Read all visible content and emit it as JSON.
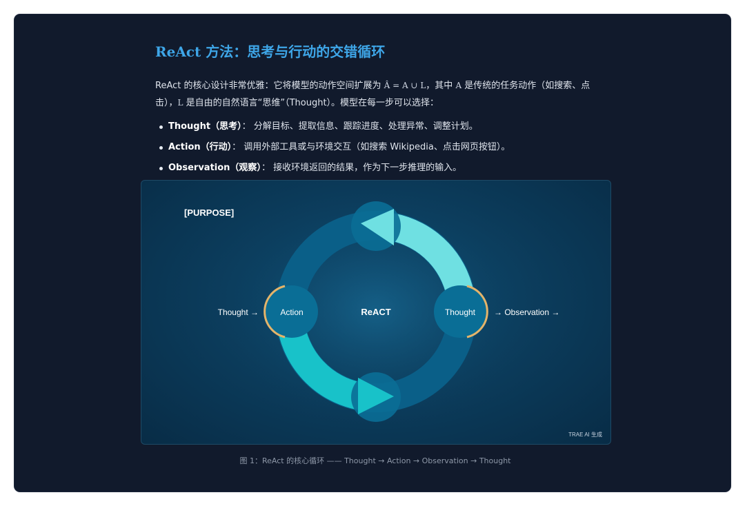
{
  "heading": "ReAct 方法：思考与行动的交错循环",
  "intro": {
    "part1": "ReAct 的核心设计非常优雅：它将模型的动作空间扩展为 ",
    "formula": "Â = A ∪ L",
    "part2": "，其中 ",
    "symbol_a": "A",
    "part3": " 是传统的任务动作（如搜索、点击），",
    "symbol_l": "L",
    "part4": " 是自由的自然语言“思维”（Thought）。模型在每一步可以选择："
  },
  "bullets": [
    {
      "term": "Thought（思考）",
      "sep": "：",
      "text": "分解目标、提取信息、跟踪进度、处理异常、调整计划。"
    },
    {
      "term": "Action（行动）",
      "sep": "：",
      "text": "调用外部工具或与环境交互（如搜索 Wikipedia、点击网页按钮）。"
    },
    {
      "term": "Observation（观察）",
      "sep": "：",
      "text": "接收环境返回的结果，作为下一步推理的输入。"
    }
  ],
  "figure": {
    "purpose_tag": "[PURPOSE]",
    "center_label": "ReACT",
    "left_node": "Action",
    "right_node": "Thought",
    "left_input": "Thought →",
    "right_output": "→ Observation →",
    "watermark": "TRAE AI 生成",
    "colors": {
      "ring": "#0a5f88",
      "node": "#0a6e96",
      "arrow_top": "#6fe0e2",
      "arrow_bottom": "#18c2c9",
      "accent_arc": "#e4b46a"
    }
  },
  "caption": "图 1：ReAct 的核心循环 —— Thought → Action → Observation → Thought"
}
